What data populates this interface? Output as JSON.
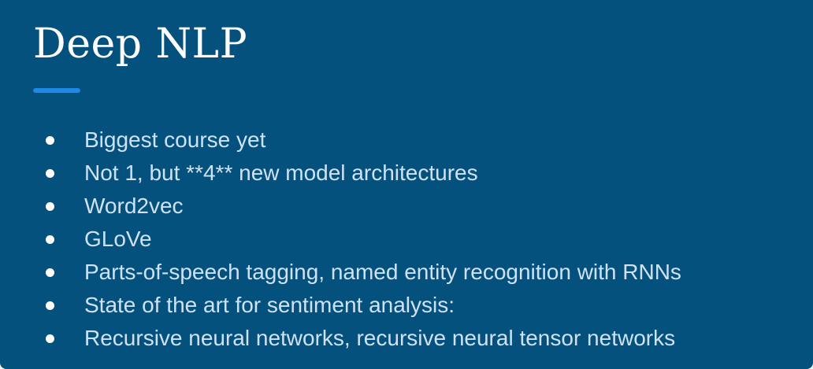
{
  "slide": {
    "title": "Deep NLP",
    "bullets": [
      "Biggest course yet",
      "Not 1, but **4** new model architectures",
      "Word2vec",
      "GLoVe",
      "Parts-of-speech tagging, named entity recognition with RNNs",
      "State of the art for sentiment analysis:",
      "Recursive neural networks, recursive neural tensor networks"
    ],
    "colors": {
      "background": "#04517e",
      "accent": "#1e88e5",
      "title": "#fdfdfd",
      "body": "#cfe2f3",
      "bullet": "#ffffff"
    }
  }
}
